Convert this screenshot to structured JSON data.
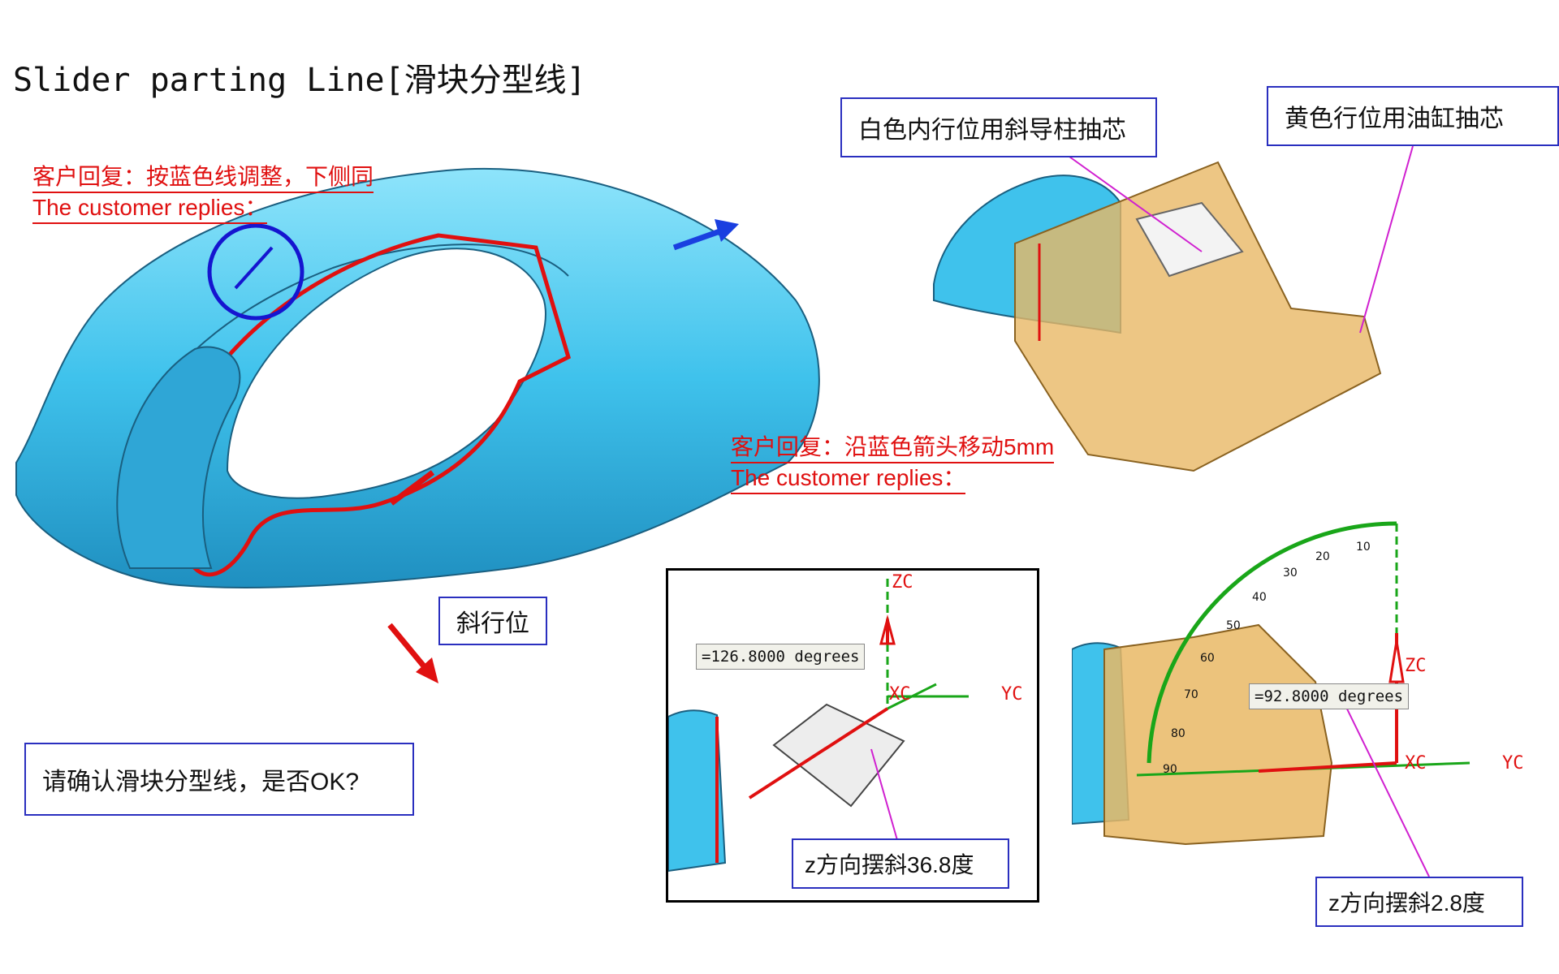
{
  "title": "Slider parting Line[滑块分型线]",
  "notes": {
    "left": {
      "cn": "客户回复：按蓝色线调整，下侧同",
      "en": "The customer replies："
    },
    "middle": {
      "cn": "客户回复：沿蓝色箭头移动5mm",
      "en": "The customer replies："
    }
  },
  "callouts": {
    "white_slider": "白色内行位用斜导柱抽芯",
    "yellow_slider": "黄色行位用油缸抽芯",
    "angled_slider": "斜行位",
    "confirm": "请确认滑块分型线，是否OK?",
    "tilt_a": "z方向摆斜36.8度",
    "tilt_b": "z方向摆斜2.8度"
  },
  "readouts": {
    "angle_a": "=126.8000 degrees",
    "angle_b": "=92.8000 degrees"
  },
  "axes": {
    "zc": "ZC",
    "xc": "XC",
    "yc": "YC"
  },
  "protractor_ticks": [
    "10",
    "20",
    "30",
    "40",
    "50",
    "60",
    "70",
    "80",
    "90"
  ],
  "colors": {
    "part": "#3fc2ec",
    "parting_line": "#e01010",
    "callout_border": "#2a2fbf",
    "slider": "#e9b865",
    "axis_green": "#19a619"
  }
}
